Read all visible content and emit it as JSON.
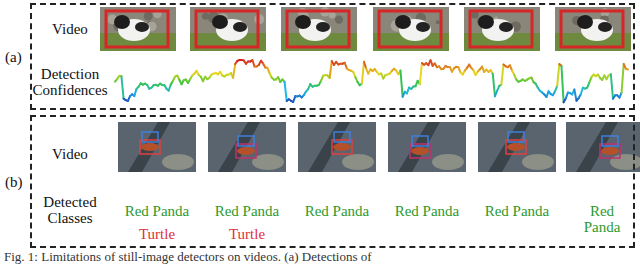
{
  "diagram": {
    "caption": "Fig. 1: Limitations of still-image detectors on videos. (a) Detections of",
    "nodes": [
      {
        "text": [
          "(a)"
        ]
      },
      {
        "text": [
          "(b)"
        ]
      }
    ],
    "labels": [
      "Video",
      "Detection Confidences",
      "Video",
      "Detected Classes",
      "Red Panda",
      "Red Panda",
      "Red Panda",
      "Red Panda",
      "Red Panda",
      "Red Panda",
      "Turtle",
      "Turtle"
    ]
  }
}
